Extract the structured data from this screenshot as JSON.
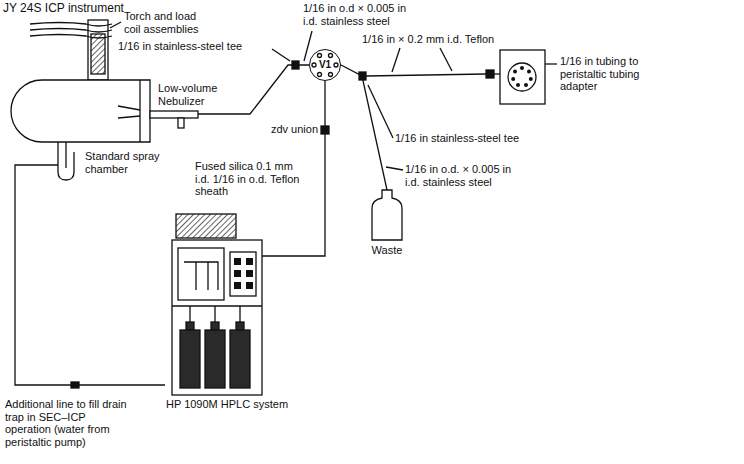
{
  "diagram": {
    "nodes": [
      {
        "text": [
          "Standard spray chamber"
        ]
      },
      {
        "text": [
          "V1"
        ]
      },
      {
        "text": [
          "HP 1090M HPLC system"
        ]
      },
      {
        "text": [
          "Waste"
        ]
      }
    ],
    "edges": [
      {
        "from": 2,
        "to": 1,
        "arrow": "none"
      },
      {
        "from": 1,
        "to": 0,
        "arrow": "none"
      },
      {
        "from": 1,
        "to": 3,
        "arrow": "none"
      }
    ],
    "labels": [
      "JY 24S ICP instrument",
      "Torch and load coil assemblies",
      "1/16 in stainless-steel tee",
      "Low-volume Nebulizer",
      "1/16 in o.d × 0.005 in i.d. stainless steel",
      "1/16 in × 0.2 mm i.d. Teflon",
      "1/16 in tubing to peristaltic tubing adapter",
      "Fused silica 0.1 mm i.d. 1/16 in o.d. Teflon sheath",
      "zdv union",
      "1/16 in stainless-steel tee",
      "1/16 in o.d. × 0.005 in i.d. stainless steel",
      "Additional line to fill drain trap in SEC–ICP operation (water from peristaltic pump)"
    ]
  }
}
